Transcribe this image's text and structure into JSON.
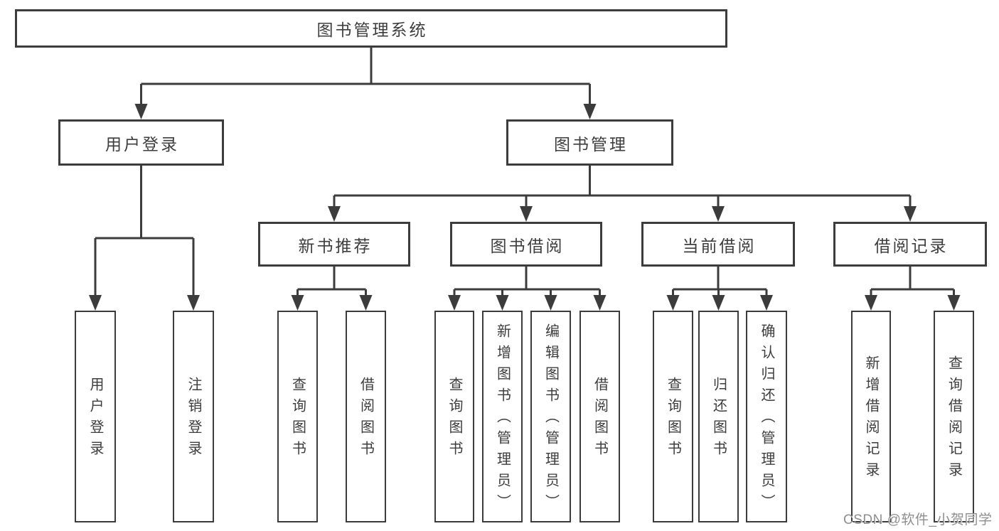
{
  "colors": {
    "background": "#ffffff",
    "box_border": "#3c3c3c",
    "connector_line": "#3c3c3c",
    "text": "#3d3d3d",
    "watermark": "#8e8e8e"
  },
  "tree": {
    "root": {
      "label": "图书管理系统"
    },
    "branches": {
      "user_login": {
        "label": "用户登录",
        "children": {
          "login": {
            "label": "用户登录"
          },
          "logout": {
            "label": "注销登录"
          }
        }
      },
      "book_management": {
        "label": "图书管理",
        "children": {
          "new_book_recommend": {
            "label": "新书推荐",
            "children": {
              "query_books": {
                "label": "查询图书"
              },
              "borrow_books": {
                "label": "借阅图书"
              }
            }
          },
          "book_borrowing": {
            "label": "图书借阅",
            "children": {
              "query_books": {
                "label": "查询图书"
              },
              "add_books": {
                "label": "新增图书（管理员）"
              },
              "edit_books": {
                "label": "编辑图书（管理员）"
              },
              "borrow_books": {
                "label": "借阅图书"
              }
            }
          },
          "current_borrowing": {
            "label": "当前借阅",
            "children": {
              "query_books": {
                "label": "查询图书"
              },
              "return_books": {
                "label": "归还图书"
              },
              "confirm_return": {
                "label": "确认归还（管理员）"
              }
            }
          },
          "borrowing_records": {
            "label": "借阅记录",
            "children": {
              "add_record": {
                "label": "新增借阅记录"
              },
              "query_record": {
                "label": "查询借阅记录"
              }
            }
          }
        }
      }
    }
  },
  "watermark": {
    "text": "CSDN @软件_小贺同学"
  }
}
